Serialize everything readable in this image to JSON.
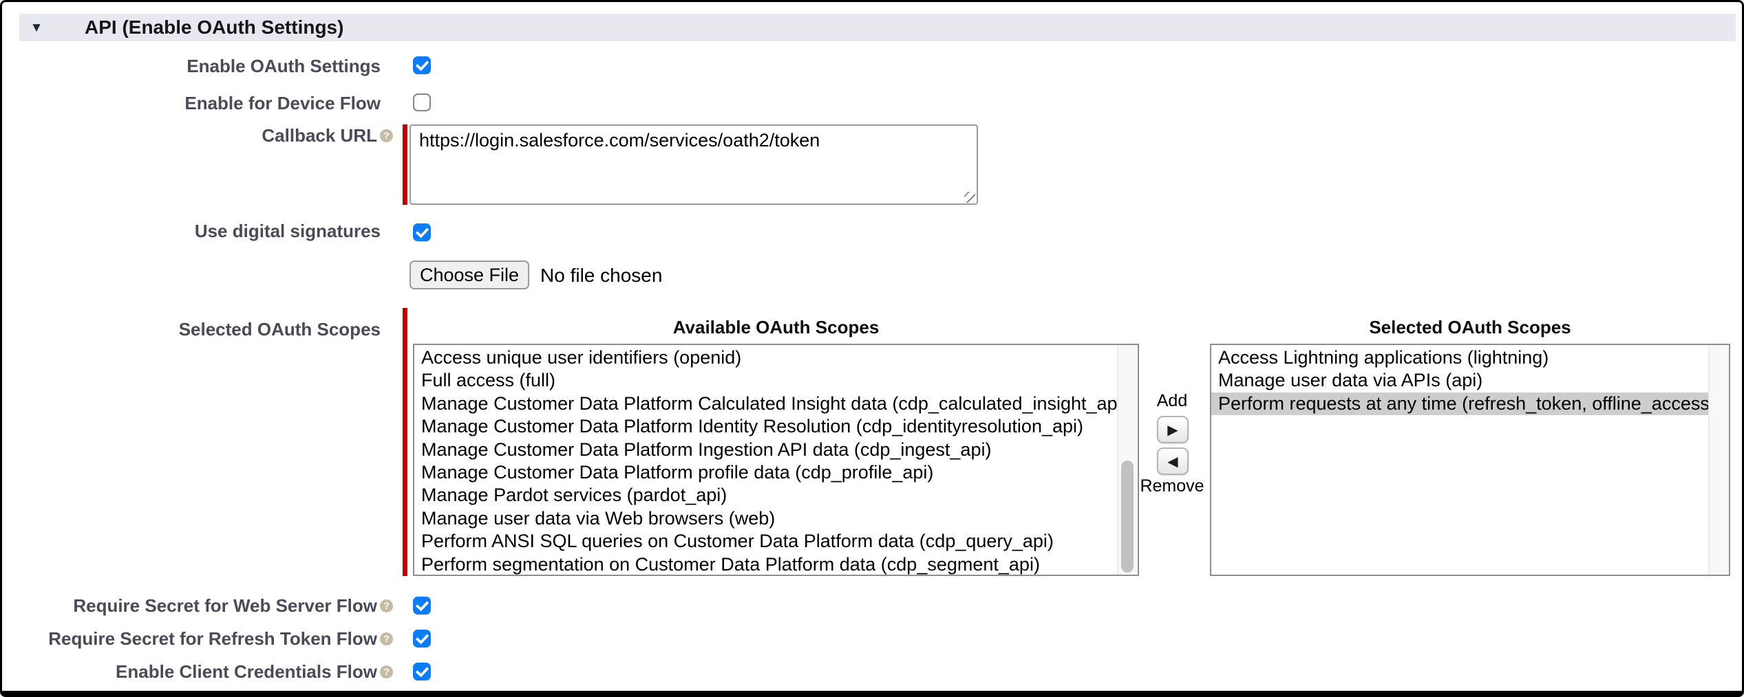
{
  "section": {
    "title": "API (Enable OAuth Settings)",
    "collapse_icon": "triangle-down"
  },
  "fields": {
    "enable_oauth": {
      "label": "Enable OAuth Settings",
      "checked": true
    },
    "device_flow": {
      "label": "Enable for Device Flow",
      "checked": false
    },
    "callback_url": {
      "label": "Callback URL",
      "required": true,
      "value": "https://login.salesforce.com/services/oath2/token"
    },
    "digital_signatures": {
      "label": "Use digital signatures",
      "checked": true
    },
    "certificate_file": {
      "button_label": "Choose File",
      "status_text": "No file chosen"
    },
    "require_secret_web": {
      "label": "Require Secret for Web Server Flow",
      "checked": true
    },
    "require_secret_refresh": {
      "label": "Require Secret for Refresh Token Flow",
      "checked": true
    },
    "client_credentials": {
      "label": "Enable Client Credentials Flow",
      "checked": true
    }
  },
  "scopes": {
    "label": "Selected OAuth Scopes",
    "required": true,
    "available_header": "Available OAuth Scopes",
    "selected_header": "Selected OAuth Scopes",
    "add_label": "Add",
    "remove_label": "Remove",
    "add_icon": "▶",
    "remove_icon": "◀",
    "available": [
      "Access unique user identifiers (openid)",
      "Full access (full)",
      "Manage Customer Data Platform Calculated Insight data (cdp_calculated_insight_api)",
      "Manage Customer Data Platform Identity Resolution (cdp_identityresolution_api)",
      "Manage Customer Data Platform Ingestion API data (cdp_ingest_api)",
      "Manage Customer Data Platform profile data (cdp_profile_api)",
      "Manage Pardot services (pardot_api)",
      "Manage user data via Web browsers (web)",
      "Perform ANSI SQL queries on Customer Data Platform data (cdp_query_api)",
      "Perform segmentation on Customer Data Platform data (cdp_segment_api)"
    ],
    "selected": [
      "Access Lightning applications (lightning)",
      "Manage user data via APIs (api)",
      "Perform requests at any time (refresh_token, offline_access)"
    ],
    "highlighted_selected_index": 2
  },
  "icons": {
    "help": "?",
    "collapse": "▼"
  },
  "colors": {
    "checkbox_blue": "#0b7dfb",
    "required_red": "#c00000",
    "header_bar": "#e8e9ef",
    "selection_gray": "#cdcdcd"
  }
}
